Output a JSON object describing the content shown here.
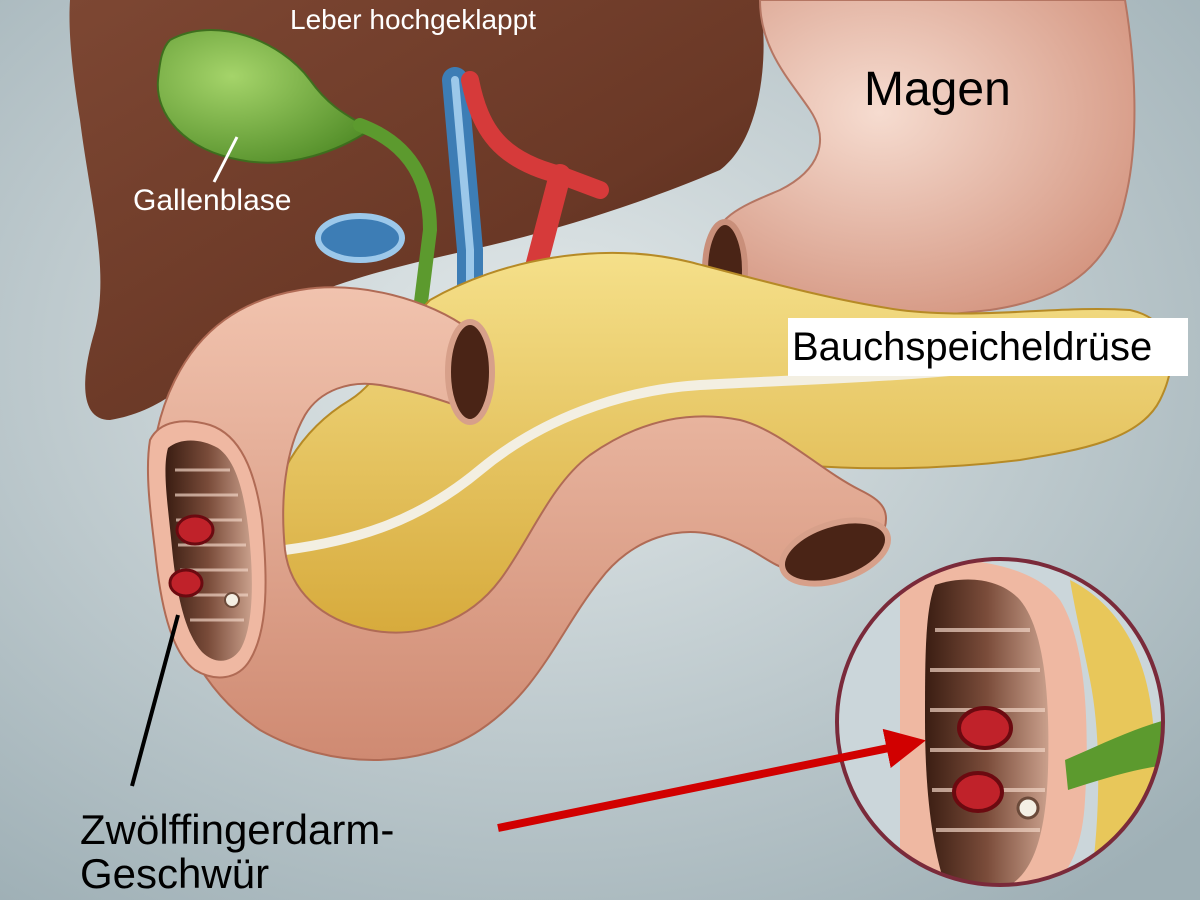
{
  "labels": {
    "liver": "Leber hochgeklappt",
    "stomach": "Magen",
    "gallbladder": "Gallenblase",
    "pancreas": "Bauchspeicheldrüse",
    "ulcer_line1": "Zwölffingerdarm-",
    "ulcer_line2": "Geschwür"
  },
  "colors": {
    "background": "#c9d4d8",
    "liver": "#6e3d2a",
    "stomach": "#e8b7a3",
    "duodenum": "#e3a78f",
    "pancreas": "#e8c75a",
    "gallbladder": "#6fa93a",
    "vein": "#4d8fc7",
    "artery": "#d94040",
    "ulcer": "#c0222a",
    "arrow": "#d10000",
    "zoom_border": "#7a2a3a"
  }
}
